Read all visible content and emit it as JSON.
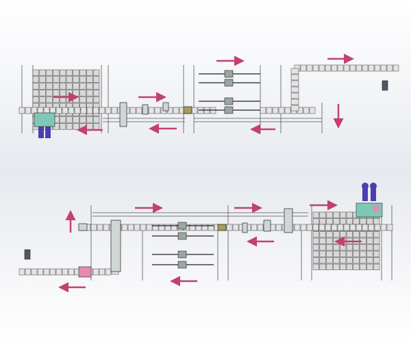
{
  "colors": {
    "arrow": "#c2416e",
    "cell_fill": "#d9d9d9",
    "cell_stroke": "#3a3a3a",
    "frame_line": "#555555",
    "robot_blue": "#4b3fb0",
    "machine_teal": "#7fc7b8",
    "accent_olive": "#a89a5a",
    "pink": "#e58bb0"
  },
  "flow_arrows": [
    {
      "line": "top",
      "direction": "right"
    },
    {
      "line": "top",
      "direction": "left"
    },
    {
      "line": "top",
      "direction": "right"
    },
    {
      "line": "top",
      "direction": "left"
    },
    {
      "line": "top",
      "direction": "right"
    },
    {
      "line": "top",
      "direction": "left"
    },
    {
      "line": "top",
      "direction": "right"
    },
    {
      "line": "top",
      "direction": "down"
    },
    {
      "line": "bottom",
      "direction": "up"
    },
    {
      "line": "bottom",
      "direction": "right"
    },
    {
      "line": "bottom",
      "direction": "right"
    },
    {
      "line": "bottom",
      "direction": "right"
    },
    {
      "line": "bottom",
      "direction": "left"
    },
    {
      "line": "bottom",
      "direction": "left"
    },
    {
      "line": "bottom",
      "direction": "left"
    },
    {
      "line": "bottom",
      "direction": "left"
    }
  ]
}
